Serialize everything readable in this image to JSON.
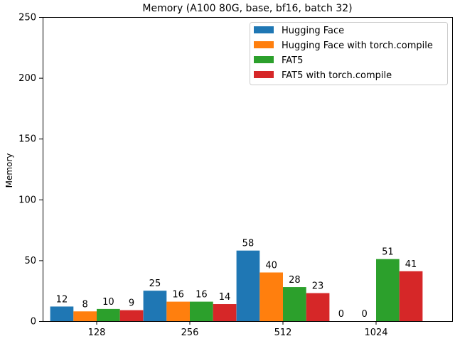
{
  "chart_data": {
    "type": "bar",
    "title": "Memory (A100 80G, base, bf16, batch 32)",
    "xlabel": "",
    "ylabel": "Memory",
    "ylim": [
      0,
      250
    ],
    "yticks": [
      0,
      50,
      100,
      150,
      200,
      250
    ],
    "categories": [
      "128",
      "256",
      "512",
      "1024"
    ],
    "series": [
      {
        "name": "Hugging Face",
        "color": "#1f77b4",
        "values": [
          12,
          25,
          58,
          0
        ]
      },
      {
        "name": "Hugging Face with torch.compile",
        "color": "#ff7f0e",
        "values": [
          8,
          16,
          40,
          0
        ]
      },
      {
        "name": "FAT5",
        "color": "#2ca02c",
        "values": [
          10,
          16,
          28,
          51
        ]
      },
      {
        "name": "FAT5 with torch.compile",
        "color": "#d62728",
        "values": [
          9,
          14,
          23,
          41
        ]
      }
    ],
    "legend_position": "top-right",
    "grid": false
  }
}
